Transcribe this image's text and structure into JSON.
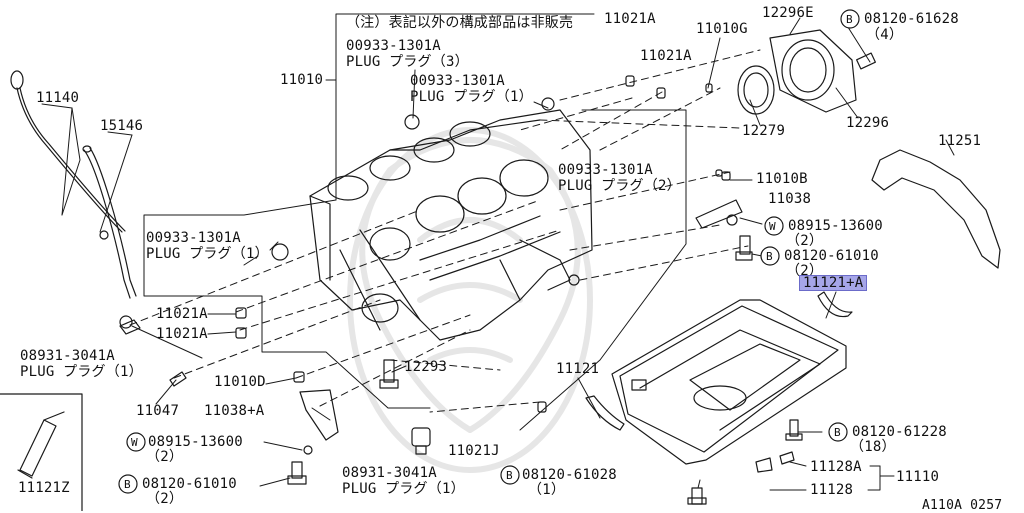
{
  "note": "（注）表記以外の構成部品は非販売",
  "labels": {
    "p11140": "11140",
    "p15146": "15146",
    "p11010": "11010",
    "plug_a_num": "00933-1301A",
    "plug_a_txt": "PLUG プラグ（3）",
    "plug_b_num": "00933-1301A",
    "plug_b_txt": "PLUG プラグ（1）",
    "p11021a_1": "11021A",
    "p11021a_2": "11021A",
    "p11010g": "11010G",
    "p12296e": "12296E",
    "b_61628": "08120-61628",
    "b_61628_q": "（4）",
    "p12279": "12279",
    "p12296": "12296",
    "p11251": "11251",
    "plug_c_num": "00933-1301A",
    "plug_c_txt": "PLUG プラグ（2）",
    "p11010b": "11010B",
    "p11038": "11038",
    "w_13600a": "08915-13600",
    "w_13600a_q": "（2）",
    "b_61010a": "08120-61010",
    "b_61010a_q": "（2）",
    "p11121a": "11121+A",
    "plug_d_num": "00933-1301A",
    "plug_d_txt": "PLUG プラグ（1）",
    "p11021a_3": "11021A",
    "p11021a_4": "11021A",
    "plug_e_num": "08931-3041A",
    "plug_e_txt": "PLUG プラグ（1）",
    "p12293": "12293",
    "p11010d": "11010D",
    "p11047": "11047",
    "p11038a": "11038+A",
    "w_13600b": "08915-13600",
    "w_13600b_q": "（2）",
    "b_61010b": "08120-61010",
    "b_61010b_q": "（2）",
    "p11121z": "11121Z",
    "p11021j": "11021J",
    "plug_f_num": "08931-3041A",
    "plug_f_txt": "PLUG プラグ（1）",
    "b_61028": "08120-61028",
    "b_61028_q": "（1）",
    "p11121": "11121",
    "b_61228": "08120-61228",
    "b_61228_q": "（18）",
    "p11128a": "11128A",
    "p11128": "11128",
    "p11110": "11110",
    "code": "A110A 0257"
  },
  "markers": {
    "bolt": "B",
    "washer": "W"
  },
  "colors": {
    "line": "#1a1a1a",
    "highlight": "#a6a6e8",
    "watermark": "#e6e6e6"
  }
}
